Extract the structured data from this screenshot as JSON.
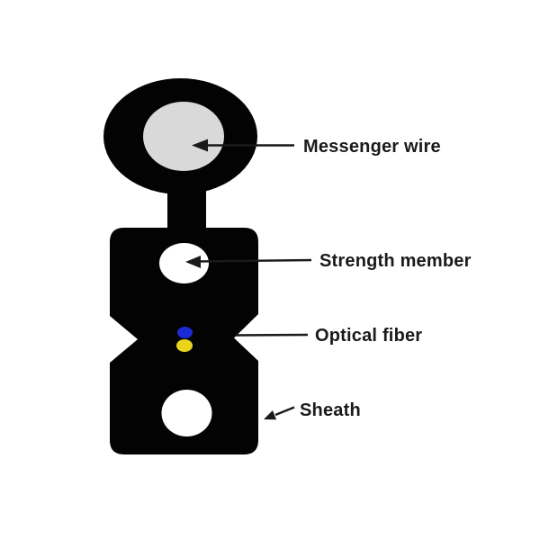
{
  "diagram": {
    "background": "#ffffff",
    "colors": {
      "body_black": "#030303",
      "messenger_core_gray": "#d9d9d9",
      "hole_white": "#ffffff",
      "fiber_blue": "#1b2ad5",
      "fiber_yellow": "#e8d41c",
      "annotation": "#1a1a1a"
    },
    "labels": [
      {
        "text": "Messenger wire"
      },
      {
        "text": "Strength member"
      },
      {
        "text": "Optical fiber"
      },
      {
        "text": "Sheath"
      }
    ]
  }
}
